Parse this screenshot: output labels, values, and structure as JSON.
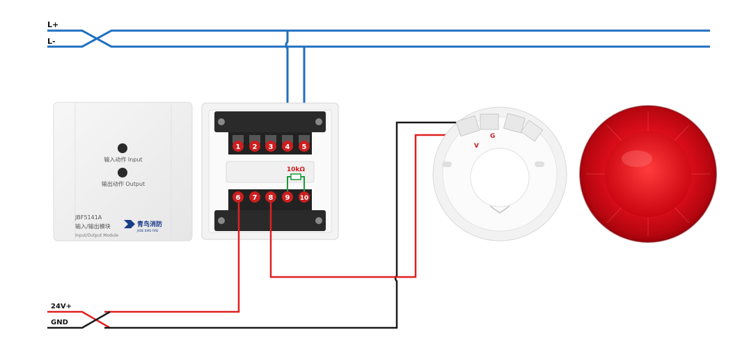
{
  "bus": {
    "l_plus": "L+",
    "l_minus": "L-"
  },
  "power": {
    "v24": "24V+",
    "gnd": "GND"
  },
  "front_panel": {
    "input_label": "输入动作 Input",
    "output_label": "输出动作 Output",
    "model": "JBF5141A",
    "name_cn": "输入/输出模块",
    "name_en": "Input/Output Module",
    "brand_cn": "青鸟消防",
    "brand_en": "JADE BIRD FIRE"
  },
  "terminals": {
    "top": [
      "1",
      "2",
      "3",
      "4",
      "5"
    ],
    "bottom": [
      "6",
      "7",
      "8",
      "9",
      "10"
    ]
  },
  "resistor": {
    "label": "10kΩ"
  },
  "sounder_base": {
    "v_label": "V",
    "g_label": "G"
  },
  "colors": {
    "bus_wire": "#1f6fbf",
    "power_wire": "#e02020",
    "ground_wire": "#1a1a1a",
    "resistor_lead": "#1a9a3a",
    "terminal_badge": "#cc1f1f",
    "sounder_red": "#e8101e"
  }
}
